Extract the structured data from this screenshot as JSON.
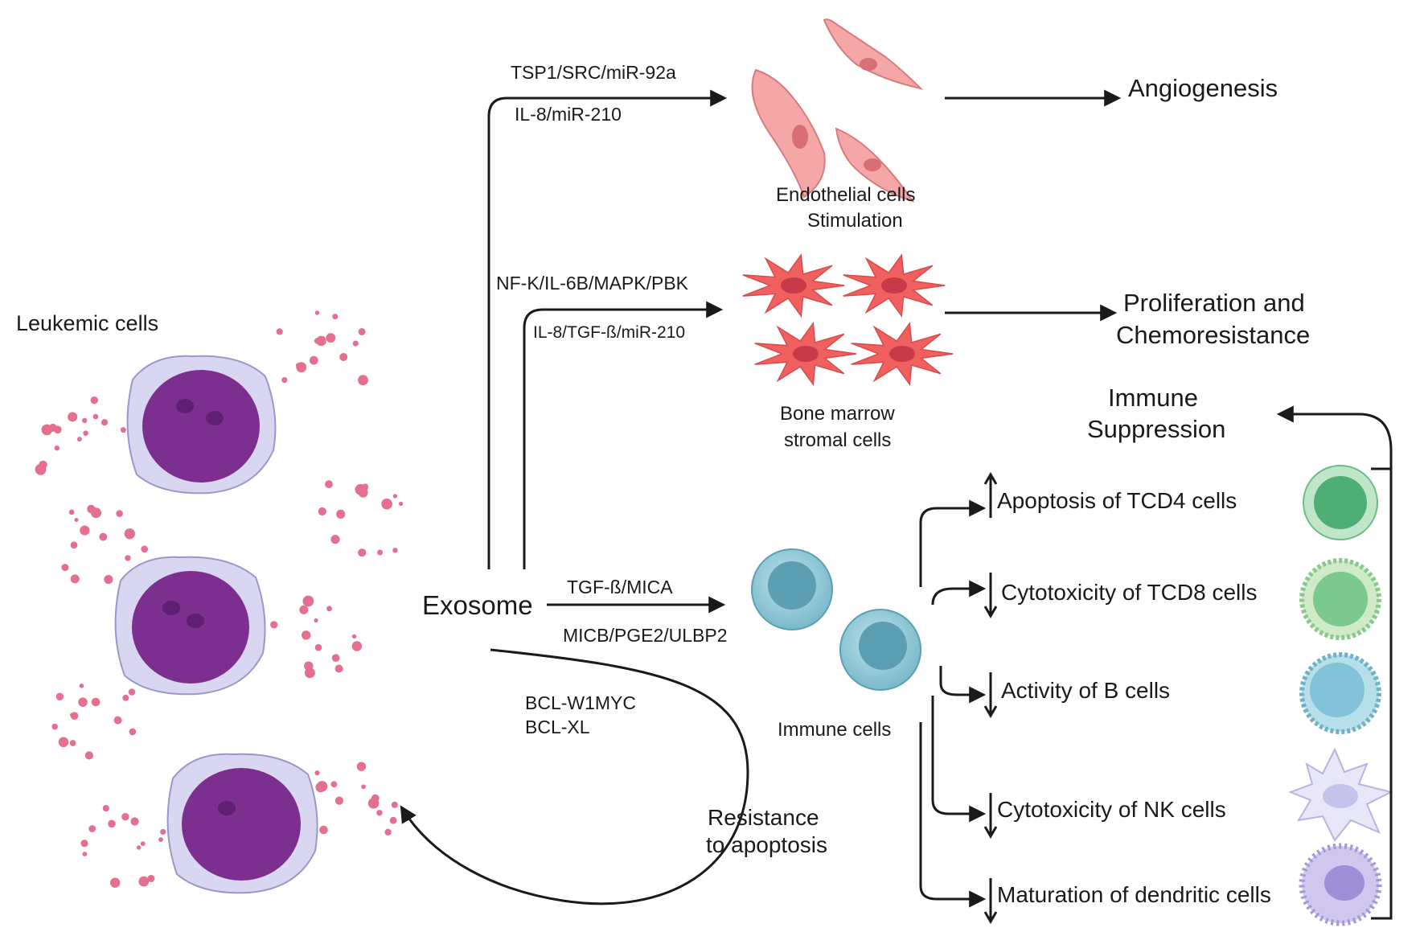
{
  "labels": {
    "leukemic_cells": "Leukemic cells",
    "exosome": "Exosome",
    "endothelial_line1": "Endothelial cells",
    "endothelial_line2": "Stimulation",
    "bone_marrow_line1": "Bone marrow",
    "bone_marrow_line2": "stromal cells",
    "immune_cells": "Immune cells",
    "resistance_line1": "Resistance",
    "resistance_line2": "to apoptosis"
  },
  "pathways": {
    "endothelial_top": "TSP1/SRC/miR-92a",
    "endothelial_bottom": "IL-8/miR-210",
    "stromal_top": "NF-K/IL-6B/MAPK/PBK",
    "stromal_bottom": "IL-8/TGF-ß/miR-210",
    "immune_top": "TGF-ß/MICA",
    "immune_bottom": "MICB/PGE2/ULBP2",
    "apoptosis_line1": "BCL-W1MYC",
    "apoptosis_line2": "BCL-XL"
  },
  "outcomes": {
    "angiogenesis": "Angiogenesis",
    "proliferation_line1": "Proliferation and",
    "proliferation_line2": "Chemoresistance",
    "immune_line1": "Immune",
    "immune_line2": "Suppression"
  },
  "immune_effects": [
    {
      "direction": "up",
      "text": "Apoptosis of TCD4 cells"
    },
    {
      "direction": "down",
      "text": "Cytotoxicity of TCD8 cells"
    },
    {
      "direction": "down",
      "text": "Activity of B cells"
    },
    {
      "direction": "down",
      "text": "Cytotoxicity of NK cells"
    },
    {
      "direction": "down",
      "text": "Maturation of dendritic cells"
    }
  ],
  "colors": {
    "leukemic_cytoplasm": "#d8d6f0",
    "leukemic_nucleus": "#7d2f8f",
    "exosome_dots": "#e46f8f",
    "endothelial": "#f4a7a6",
    "stromal": "#f0605e",
    "immune_cell": "#89c6d6",
    "tcd4": "#5cb983",
    "tcd8": "#7cc98f",
    "b_cell": "#83c3d9",
    "nk_cell": "#d6d3f0",
    "dendritic": "#b3a7de",
    "arrow": "#1a1a1a"
  }
}
